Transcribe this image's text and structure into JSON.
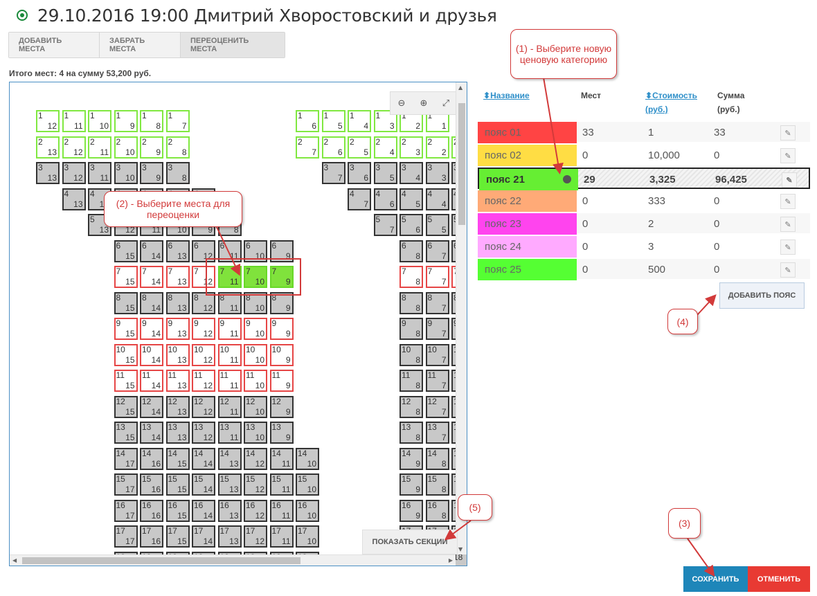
{
  "page": {
    "title": "29.10.2016 19:00 Дмитрий Хворостовский и друзья",
    "summary": "Итого мест: 4 на сумму 53,200 руб."
  },
  "toolbar": {
    "add_seats": "ДОБАВИТЬ МЕСТА",
    "remove_seats": "ЗАБРАТЬ МЕСТА",
    "reprice_seats": "ПЕРЕОЦЕНИТЬ МЕСТА"
  },
  "hall": {
    "zoom_out_icon": "zoom-out-icon",
    "zoom_in_icon": "zoom-in-icon",
    "fullscreen_icon": "fullscreen-icon",
    "show_sections": "ПОКАЗАТЬ СЕКЦИИ"
  },
  "zones_table": {
    "headers": {
      "name": "Название",
      "seats": "Мест",
      "price": "Стоимость",
      "price_unit": "(руб.)",
      "sum": "Сумма",
      "sum_unit": "(руб.)"
    },
    "rows": [
      {
        "name": "пояс 01",
        "seats": "33",
        "price": "1",
        "sum": "33",
        "color": "#ff4444"
      },
      {
        "name": "пояс 02",
        "seats": "0",
        "price": "10,000",
        "sum": "0",
        "color": "#ffdd44"
      },
      {
        "name": "пояс 21",
        "seats": "29",
        "price": "3,325",
        "sum": "96,425",
        "color": "#66ee33"
      },
      {
        "name": "пояс 22",
        "seats": "0",
        "price": "333",
        "sum": "0",
        "color": "#ffaa77"
      },
      {
        "name": "пояс 23",
        "seats": "0",
        "price": "2",
        "sum": "0",
        "color": "#ff44ee"
      },
      {
        "name": "пояс 24",
        "seats": "0",
        "price": "3",
        "sum": "0",
        "color": "#ffaaff"
      },
      {
        "name": "пояс 25",
        "seats": "0",
        "price": "500",
        "sum": "0",
        "color": "#55ff33"
      }
    ],
    "add_zone": "ДОБАВИТЬ ПОЯС"
  },
  "callouts": {
    "c1": "(1) - Выберите новую ценовую категорию",
    "c2": "(2) - Выберите места для переоценки",
    "c3": "(3)",
    "c4": "(4)",
    "c5": "(5)"
  },
  "actions": {
    "save": "СОХРАНИТЬ",
    "cancel": "ОТМЕНИТЬ"
  },
  "colors": {
    "accent_blue": "#1e86b9",
    "danger_red": "#e83a33",
    "callout_red": "#d23a3a",
    "seat_green": "#80e840",
    "seat_red": "#e64545",
    "seat_gray": "#c8c8c8"
  }
}
